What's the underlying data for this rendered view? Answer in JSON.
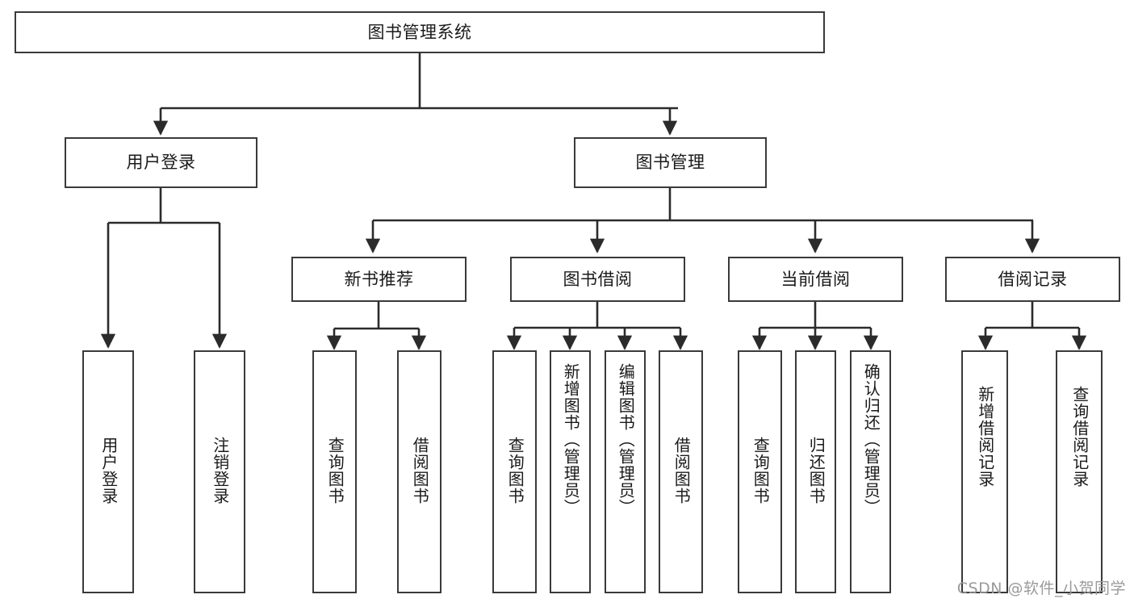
{
  "diagram": {
    "title": "图书管理系统",
    "root": {
      "label": "图书管理系统"
    },
    "level2": [
      {
        "label": "用户登录"
      },
      {
        "label": "图书管理"
      }
    ],
    "level3": [
      {
        "label": "新书推荐"
      },
      {
        "label": "图书借阅"
      },
      {
        "label": "当前借阅"
      },
      {
        "label": "借阅记录"
      }
    ],
    "leaves": {
      "user_login": [
        {
          "label": "用户登录"
        },
        {
          "label": "注销登录"
        }
      ],
      "new_book_recommend": [
        {
          "label": "查询图书"
        },
        {
          "label": "借阅图书"
        }
      ],
      "book_borrow": [
        {
          "label": "查询图书"
        },
        {
          "label": "新增图书（管理员）"
        },
        {
          "label": "编辑图书（管理员）"
        },
        {
          "label": "借阅图书"
        }
      ],
      "current_borrow": [
        {
          "label": "查询图书"
        },
        {
          "label": "归还图书"
        },
        {
          "label": "确认归还（管理员）"
        }
      ],
      "borrow_record": [
        {
          "label": "新增借阅记录"
        },
        {
          "label": "查询借阅记录"
        }
      ]
    }
  },
  "watermark": {
    "text": "CSDN @软件_小贺同学"
  },
  "colors": {
    "background": "#ffffff",
    "box_border": "#3a3a3a",
    "box_fill": "#ffffff",
    "text": "#1a1a1a",
    "connector": "#2b2b2b",
    "watermark": "#9a9a9a"
  }
}
